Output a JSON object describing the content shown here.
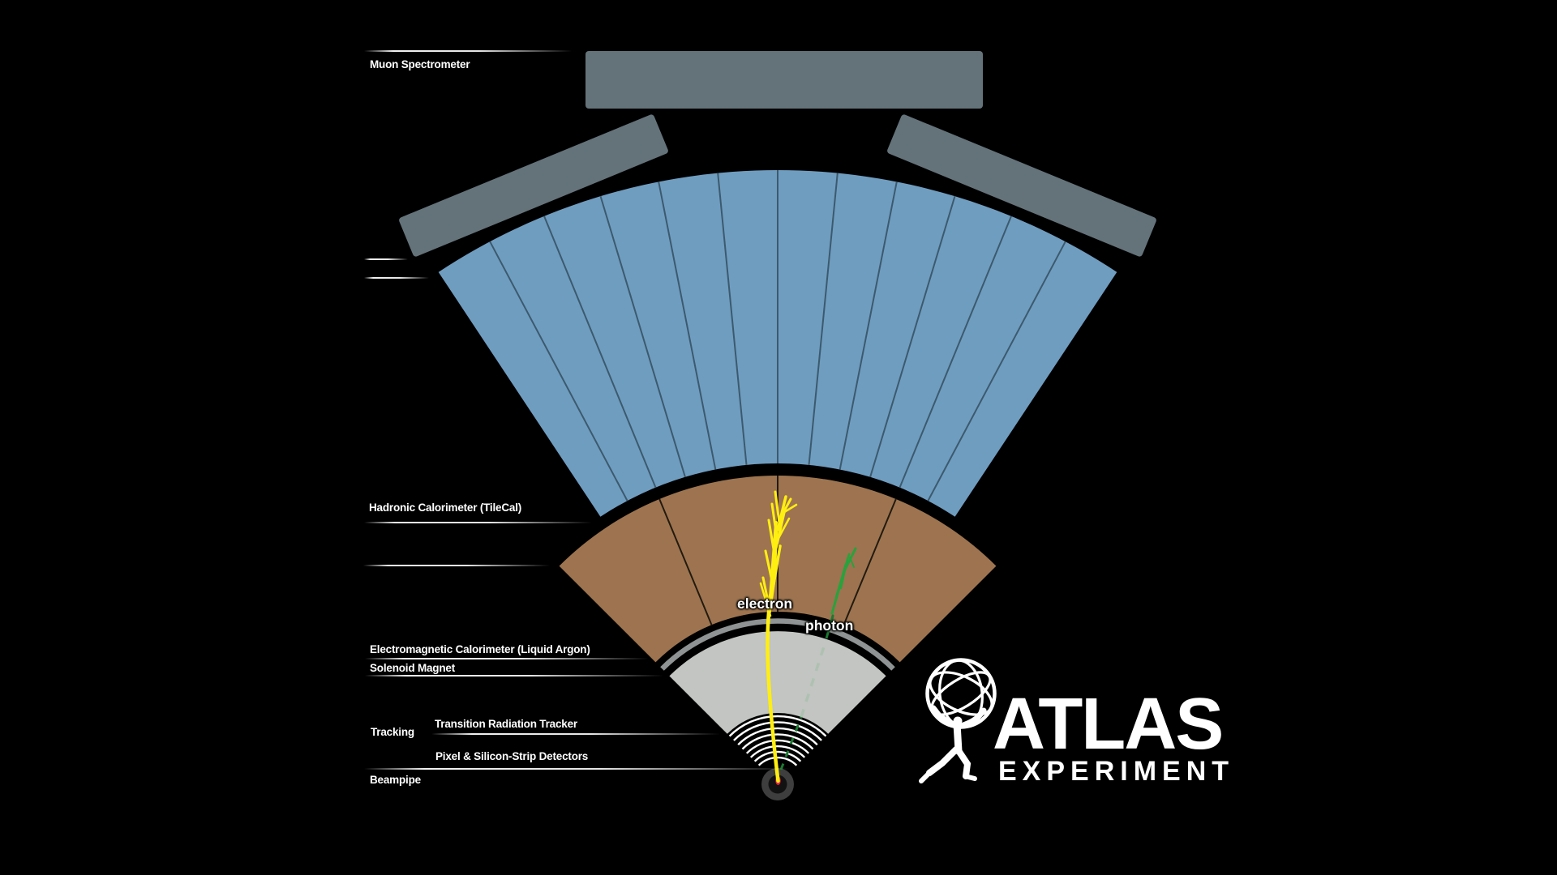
{
  "labels": {
    "muon": "Muon Spectrometer",
    "hadronic": "Hadronic Calorimeter (TileCal)",
    "em": "Electromagnetic Calorimeter (Liquid Argon)",
    "solenoid": "Solenoid Magnet",
    "tracking": "Tracking",
    "trt": "Transition Radiation Tracker",
    "pixel": "Pixel & Silicon-Strip Detectors",
    "beampipe": "Beampipe"
  },
  "particles": {
    "electron": "electron",
    "photon": "photon"
  },
  "logo": {
    "name": "ATLAS",
    "subtitle": "EXPERIMENT"
  },
  "colors": {
    "background": "#000000",
    "muon_chamber_gray": "#64737a",
    "muon_fan_blue": "#6f9dc0",
    "blue_divider": "#3c5a6d",
    "hadronic_brown": "#9d744f",
    "brown_divider": "#231a10",
    "inner_wedge_gray": "#c2c5c1",
    "solenoid_stripe_gray": "#8f9393",
    "trt_arc_white": "#ffffff",
    "beampipe_ring": "#3e3e3e",
    "beampipe_core": "#121212",
    "collision_red": "#e5204a",
    "electron_yellow": "#ffee12",
    "photon_green": "#28a23d",
    "photon_dash_dark": "#1b7a31",
    "photon_dash_pale": "#aabfae",
    "label_white": "#ffffff"
  }
}
